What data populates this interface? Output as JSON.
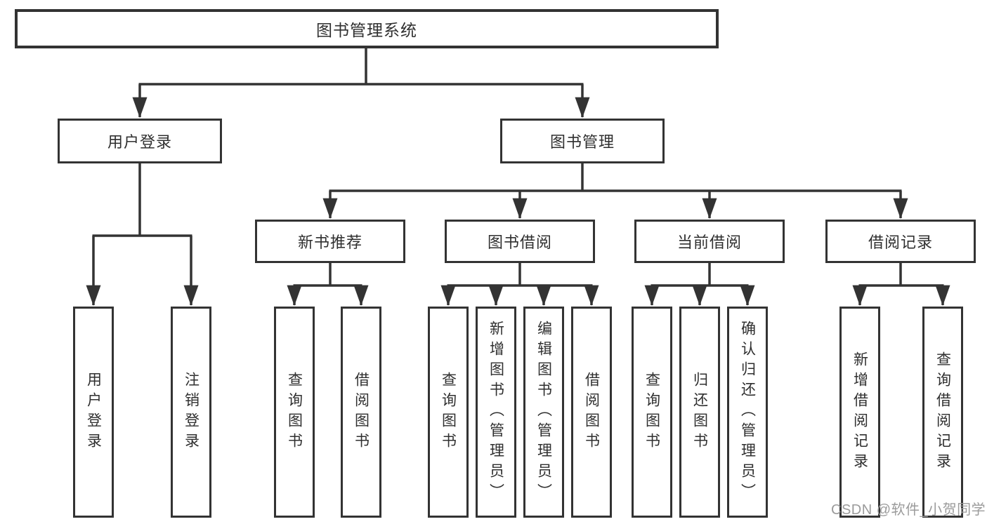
{
  "nodes": {
    "root": "图书管理系统",
    "user_login": "用户登录",
    "book_management": "图书管理",
    "new_book_recommend": "新书推荐",
    "book_borrow": "图书借阅",
    "current_borrow": "当前借阅",
    "borrow_records": "借阅记录",
    "leaf_user_login": "用户登录",
    "leaf_logout": "注销登录",
    "leaf_nb_query_books": "查询图书",
    "leaf_nb_borrow_books": "借阅图书",
    "leaf_bb_query_books": "查询图书",
    "leaf_bb_add_books": "新增图书（管理员）",
    "leaf_bb_edit_books": "编辑图书（管理员）",
    "leaf_bb_borrow_books": "借阅图书",
    "leaf_cb_query_books": "查询图书",
    "leaf_cb_return_books": "归还图书",
    "leaf_cb_confirm_return": "确认归还（管理员）",
    "leaf_br_add_record": "新增借阅记录",
    "leaf_br_query_record": "查询借阅记录"
  },
  "watermark": "CSDN @软件_小贺同学",
  "colors": {
    "line": "#333333",
    "text": "#2f2f2f",
    "watermark": "#9b9b9b",
    "background": "#ffffff"
  }
}
